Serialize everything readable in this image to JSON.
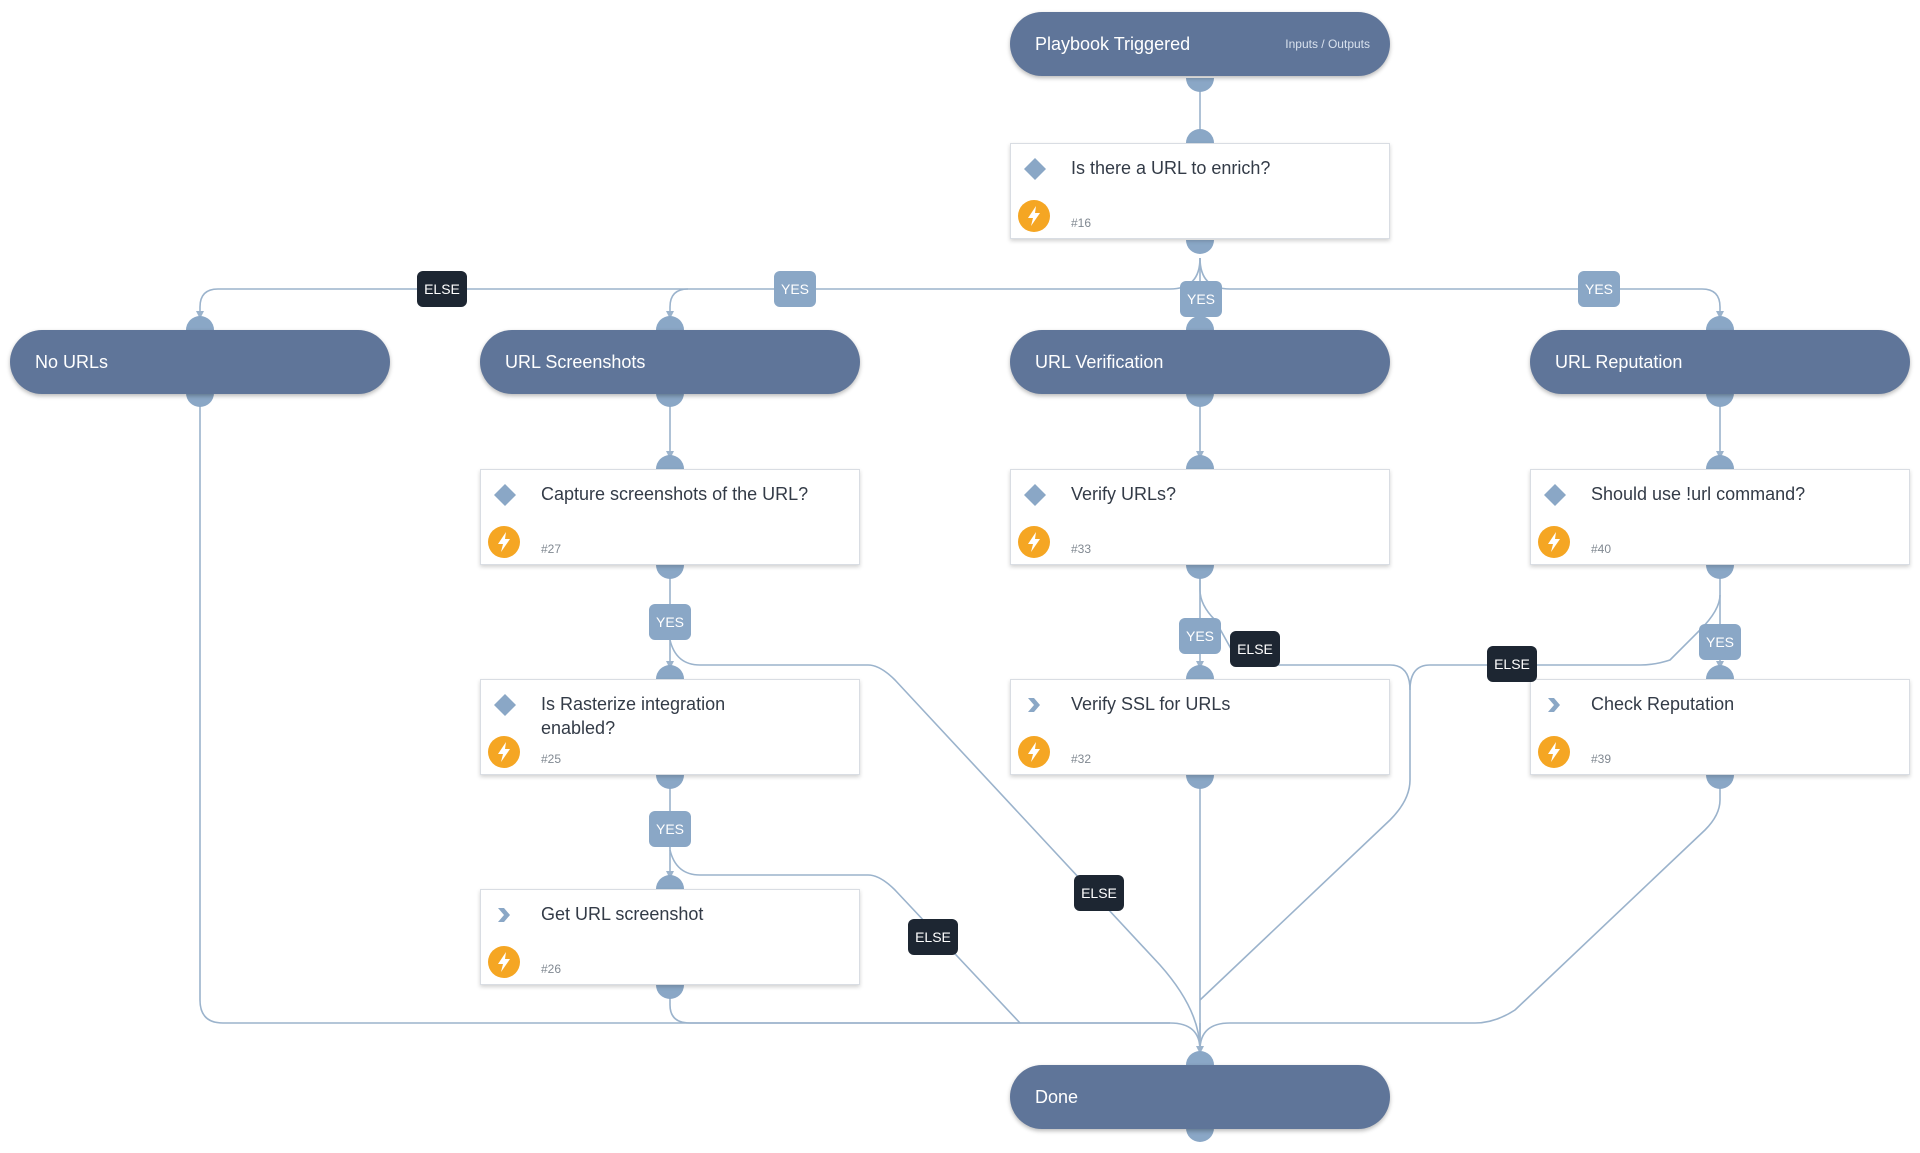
{
  "nodes": {
    "trigger": {
      "label": "Playbook Triggered",
      "io_label": "Inputs / Outputs"
    },
    "no_urls": {
      "label": "No URLs"
    },
    "url_screenshots": {
      "label": "URL Screenshots"
    },
    "url_verification": {
      "label": "URL Verification"
    },
    "url_reputation": {
      "label": "URL Reputation"
    },
    "done": {
      "label": "Done"
    }
  },
  "tasks": {
    "t16": {
      "title": "Is there a URL to enrich?",
      "id": "#16",
      "icon": "diamond-icon"
    },
    "t27": {
      "title": "Capture screenshots of the URL?",
      "id": "#27",
      "icon": "diamond-icon"
    },
    "t33": {
      "title": "Verify URLs?",
      "id": "#33",
      "icon": "diamond-icon"
    },
    "t40": {
      "title": "Should use !url command?",
      "id": "#40",
      "icon": "diamond-icon"
    },
    "t25": {
      "title": "Is Rasterize integration enabled?",
      "id": "#25",
      "icon": "diamond-icon"
    },
    "t32": {
      "title": "Verify SSL for URLs",
      "id": "#32",
      "icon": "chevron-right-icon"
    },
    "t39": {
      "title": "Check Reputation",
      "id": "#39",
      "icon": "chevron-right-icon"
    },
    "t26": {
      "title": "Get URL screenshot",
      "id": "#26",
      "icon": "chevron-right-icon"
    }
  },
  "labels": {
    "else_no_urls": "ELSE",
    "yes_screenshots": "YES",
    "yes_verification": "YES",
    "yes_reputation": "YES",
    "yes_t27": "YES",
    "yes_t33": "YES",
    "else_t33": "ELSE",
    "yes_t40": "YES",
    "else_t40": "ELSE",
    "yes_t25": "YES",
    "else_t25": "ELSE",
    "else_t27": "ELSE"
  },
  "colors": {
    "pill": "#5f7599",
    "edge": "#9bb3cc",
    "yes_tag": "#8aa7c6",
    "else_tag": "#1d2632",
    "bolt": "#f5a623"
  }
}
